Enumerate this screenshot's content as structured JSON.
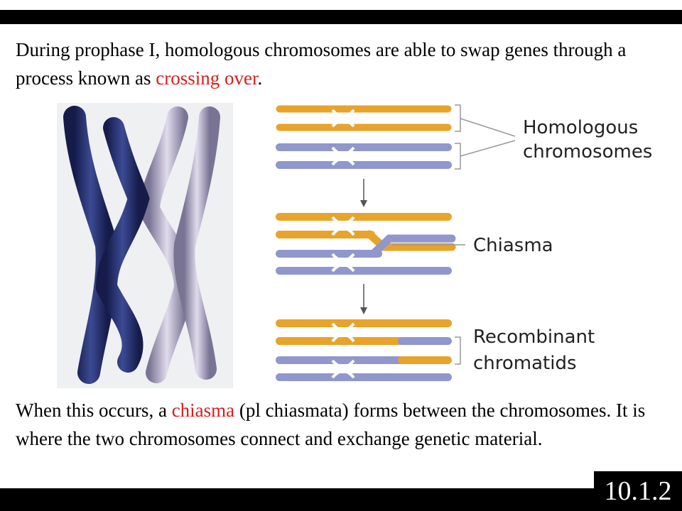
{
  "paragraph1": {
    "before": "During prophase I, homologous chromosomes are able to swap genes through a process known as ",
    "highlight": "crossing over",
    "after": "."
  },
  "paragraph2": {
    "before": "When this occurs, a ",
    "highlight": "chiasma",
    "after": " (pl chiasmata) forms between the chromosomes.  It is where the two chromosomes connect and exchange genetic material."
  },
  "diagram": {
    "label_homologous_line1": "Homologous",
    "label_homologous_line2": "chromosomes",
    "label_chiasma": "Chiasma",
    "label_recombinant_line1": "Recombinant",
    "label_recombinant_line2": "chromatids"
  },
  "slide_number": "10.1.2",
  "colors": {
    "highlight": "#d42020",
    "chromatid_orange": "#e8a32a",
    "chromatid_blue": "#8f97cc",
    "photo_dark_chromosome": "#1f2a66",
    "photo_light_chromosome": "#b0abc8"
  }
}
